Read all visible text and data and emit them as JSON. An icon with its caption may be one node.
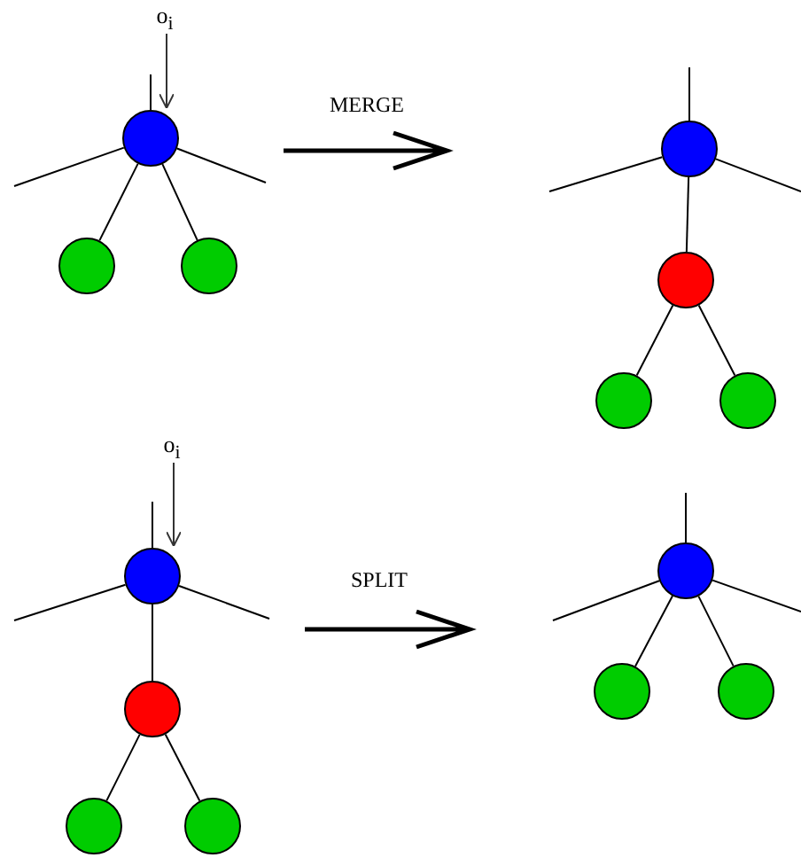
{
  "diagram": {
    "nodes": [
      {
        "text": [
          "o$_{i}$"
        ]
      },
      {
        "text": [],
        "shape": "circle"
      },
      {
        "text": [],
        "shape": "circle"
      },
      {
        "text": [],
        "shape": "circle"
      },
      {
        "text": [],
        "shape": "circle"
      },
      {
        "text": [],
        "shape": "circle"
      },
      {
        "text": [],
        "shape": "circle"
      },
      {
        "text": [],
        "shape": "circle"
      },
      {
        "text": [
          "o$_{i}$"
        ]
      },
      {
        "text": [],
        "shape": "circle"
      },
      {
        "text": [],
        "shape": "circle"
      },
      {
        "text": [],
        "shape": "circle"
      },
      {
        "text": [],
        "shape": "circle"
      },
      {
        "text": [],
        "shape": "circle"
      },
      {
        "text": [],
        "shape": "circle"
      },
      {
        "text": [],
        "shape": "circle"
      }
    ],
    "edges": [
      {
        "from": 0,
        "to": 1,
        "arrow": "to"
      },
      {
        "from": null,
        "to": 1,
        "arrow": "none"
      },
      {
        "from": null,
        "to": 1,
        "arrow": "none"
      },
      {
        "from": null,
        "to": 1,
        "arrow": "none"
      },
      {
        "from": 1,
        "to": 2,
        "arrow": "none"
      },
      {
        "from": 1,
        "to": 3,
        "arrow": "none"
      },
      {
        "from": null,
        "to": 4,
        "arrow": "none"
      },
      {
        "from": null,
        "to": 4,
        "arrow": "none"
      },
      {
        "from": null,
        "to": 4,
        "arrow": "none"
      },
      {
        "from": 4,
        "to": 5,
        "arrow": "none"
      },
      {
        "from": 5,
        "to": 6,
        "arrow": "none"
      },
      {
        "from": 5,
        "to": 7,
        "arrow": "none"
      },
      {
        "from": 8,
        "to": 9,
        "arrow": "to"
      },
      {
        "from": null,
        "to": 9,
        "arrow": "none"
      },
      {
        "from": null,
        "to": 9,
        "arrow": "none"
      },
      {
        "from": null,
        "to": 9,
        "arrow": "none"
      },
      {
        "from": 9,
        "to": 10,
        "arrow": "none"
      },
      {
        "from": 10,
        "to": 11,
        "arrow": "none"
      },
      {
        "from": 10,
        "to": 12,
        "arrow": "none"
      },
      {
        "from": null,
        "to": 13,
        "arrow": "none"
      },
      {
        "from": null,
        "to": 13,
        "arrow": "none"
      },
      {
        "from": null,
        "to": 13,
        "arrow": "none"
      },
      {
        "from": 13,
        "to": 14,
        "arrow": "none"
      },
      {
        "from": 13,
        "to": 15,
        "arrow": "none"
      }
    ],
    "labels": [
      "MERGE",
      "SPLIT"
    ]
  }
}
